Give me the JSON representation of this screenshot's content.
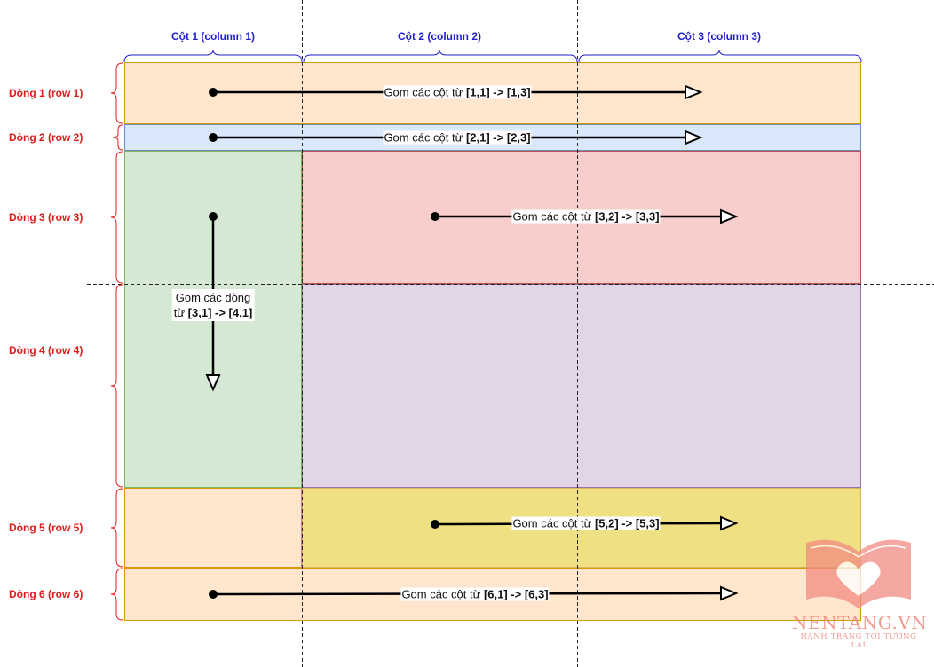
{
  "columns": [
    {
      "label": "Cột 1 (column 1)"
    },
    {
      "label": "Cột 2 (column 2)"
    },
    {
      "label": "Cột 3 (column 3)"
    }
  ],
  "rows": [
    {
      "label": "Dòng 1 (row 1)"
    },
    {
      "label": "Dòng 2 (row 2)"
    },
    {
      "label": "Dòng 3 (row 3)"
    },
    {
      "label": "Dòng 4 (row 4)"
    },
    {
      "label": "Dòng 5 (row 5)"
    },
    {
      "label": "Dòng 6 (row 6)"
    }
  ],
  "annotations": {
    "row1": {
      "prefix": "Gom các cột từ ",
      "range": "[1,1] -> [1,3]"
    },
    "row2": {
      "prefix": "Gom các cột từ ",
      "range": "[2,1] -> [2,3]"
    },
    "row3": {
      "prefix": "Gom các cột từ ",
      "range": "[3,2] -> [3,3]"
    },
    "col1": {
      "line1": "Gom các dòng",
      "prefix": "từ ",
      "range": "[3,1] -> [4,1]"
    },
    "row5": {
      "prefix": "Gom các cột từ ",
      "range": "[5,2] -> [5,3]"
    },
    "row6": {
      "prefix": "Gom các cột từ ",
      "range": "[6,1] -> [6,3]"
    }
  },
  "colors": {
    "peach": "#ffe6cc",
    "blue": "#dae8fc",
    "green": "#d5e8d4",
    "red": "#f8cecc",
    "purple": "#e1d5e7",
    "yellow": "#f0e084",
    "column_label": "#1f1fcf",
    "row_label": "#e01b1b"
  },
  "watermark": {
    "name": "NENTANG.VN",
    "tagline": "HÀNH TRANG TỚI TƯƠNG LAI"
  }
}
